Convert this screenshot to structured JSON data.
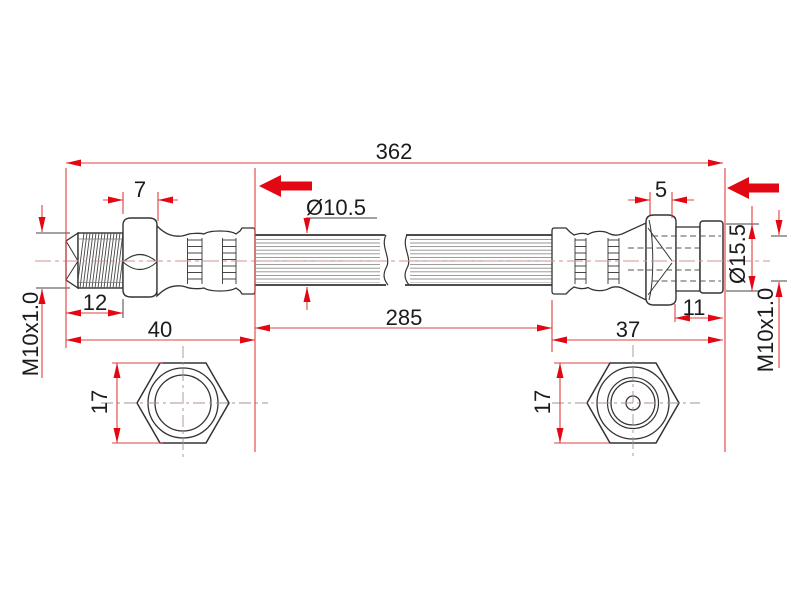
{
  "drawing": {
    "subject": "Brake hose assembly technical drawing",
    "labels": {
      "overall_length": "362",
      "left_hex_width": "7",
      "hose_diameter": "Ø10.5",
      "right_hex_width": "5",
      "left_thread_length": "12",
      "left_fitting_length": "40",
      "hose_length": "285",
      "right_fitting_length": "37",
      "right_end_length": "11",
      "end_fitting_diameter": "Ø15.5",
      "left_thread_spec": "M10x1.0",
      "right_thread_spec": "M10x1.0",
      "left_hex_across_flats": "17",
      "right_hex_across_flats": "17"
    },
    "icons": {
      "flow_arrow_left": "solid red left-pointing arrow",
      "flow_arrow_right": "solid red left-pointing arrow"
    },
    "colors": {
      "dimension_red": "#e30613",
      "dimension_line_red": "#e04848",
      "outline_black": "#333333",
      "centerline_pink": "#d59191",
      "background": "#ffffff"
    }
  }
}
